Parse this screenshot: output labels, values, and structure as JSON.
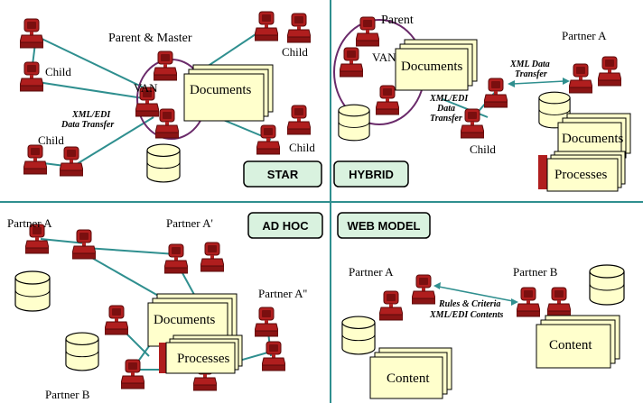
{
  "quadrants": {
    "star": {
      "badge": "STAR",
      "parent_label": "Parent & Master",
      "van_label": "VAN",
      "documents_label": "Documents",
      "transfer_label_1": "XML/EDI",
      "transfer_label_2": "Data Transfer",
      "child_labels": [
        "Child",
        "Child",
        "Child",
        "Child"
      ]
    },
    "hybrid": {
      "badge": "HYBRID",
      "parent_label": "Parent",
      "van_label": "VAN",
      "documents_label": "Documents",
      "transfer_label_1": "XML/EDI",
      "transfer_label_2": "Data",
      "transfer_label_3": "Transfer",
      "xml_label_1": "XML Data",
      "xml_label_2": "Transfer",
      "partner_label": "Partner A",
      "child_label": "Child",
      "documents2_label": "Documents",
      "processes_label": "Processes"
    },
    "adhoc": {
      "badge": "AD HOC",
      "partner_a": "Partner A",
      "partner_a1": "Partner A'",
      "partner_a2": "Partner A''",
      "partner_b": "Partner B",
      "documents_label": "Documents",
      "processes_label": "Processes"
    },
    "web": {
      "badge": "WEB MODEL",
      "partner_a": "Partner A",
      "partner_b": "Partner B",
      "rules_1": "Rules & Criteria",
      "rules_2": "XML/EDI Contents",
      "content_a": "Content",
      "content_b": "Content"
    }
  },
  "colors": {
    "computer": "#b01e1e",
    "connector": "#2f8f8f",
    "document": "#ffffcc",
    "badge": "#d9f2df",
    "divider": "#2f8f8f"
  }
}
